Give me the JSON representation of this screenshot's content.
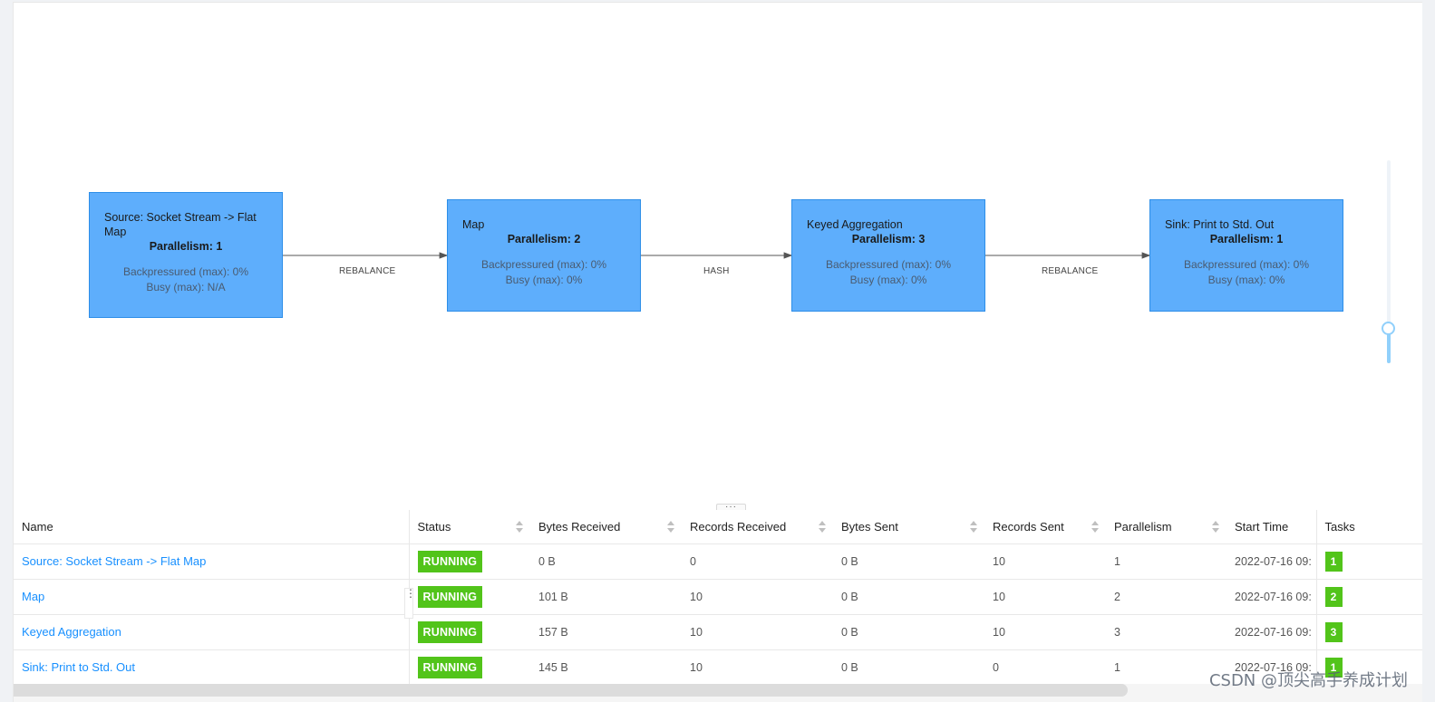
{
  "graph": {
    "nodes": [
      {
        "title": "Source: Socket Stream -> Flat Map",
        "parallelism": "Parallelism: 1",
        "backpressure": "Backpressured (max): 0%",
        "busy": "Busy (max): N/A"
      },
      {
        "title": "Map",
        "parallelism": "Parallelism: 2",
        "backpressure": "Backpressured (max): 0%",
        "busy": "Busy (max): 0%"
      },
      {
        "title": "Keyed Aggregation",
        "parallelism": "Parallelism: 3",
        "backpressure": "Backpressured (max): 0%",
        "busy": "Busy (max): 0%"
      },
      {
        "title": "Sink: Print to Std. Out",
        "parallelism": "Parallelism: 1",
        "backpressure": "Backpressured (max): 0%",
        "busy": "Busy (max): 0%"
      }
    ],
    "edges": [
      "REBALANCE",
      "HASH",
      "REBALANCE"
    ],
    "node_color": "#5eaefc",
    "node_border": "#2d8ee8"
  },
  "splitter": "···",
  "resize_handle": "⋮",
  "table": {
    "headers": {
      "name": "Name",
      "status": "Status",
      "bytes_received": "Bytes Received",
      "records_received": "Records Received",
      "bytes_sent": "Bytes Sent",
      "records_sent": "Records Sent",
      "parallelism": "Parallelism",
      "start_time": "Start Time",
      "tasks": "Tasks"
    },
    "rows": [
      {
        "name": "Source: Socket Stream -> Flat Map",
        "status": "RUNNING",
        "bytes_received": "0 B",
        "records_received": "0",
        "bytes_sent": "0 B",
        "records_sent": "10",
        "parallelism": "1",
        "start_time": "2022-07-16 09:",
        "tasks": "1"
      },
      {
        "name": "Map",
        "status": "RUNNING",
        "bytes_received": "101 B",
        "records_received": "10",
        "bytes_sent": "0 B",
        "records_sent": "10",
        "parallelism": "2",
        "start_time": "2022-07-16 09:",
        "tasks": "2"
      },
      {
        "name": "Keyed Aggregation",
        "status": "RUNNING",
        "bytes_received": "157 B",
        "records_received": "10",
        "bytes_sent": "0 B",
        "records_sent": "10",
        "parallelism": "3",
        "start_time": "2022-07-16 09:",
        "tasks": "3"
      },
      {
        "name": "Sink: Print to Std. Out",
        "status": "RUNNING",
        "bytes_received": "145 B",
        "records_received": "10",
        "bytes_sent": "0 B",
        "records_sent": "0",
        "parallelism": "1",
        "start_time": "2022-07-16 09:",
        "tasks": "1"
      }
    ],
    "status_color": "#52c41a",
    "link_color": "#1890ff"
  },
  "watermark": "CSDN @顶尖高手养成计划"
}
